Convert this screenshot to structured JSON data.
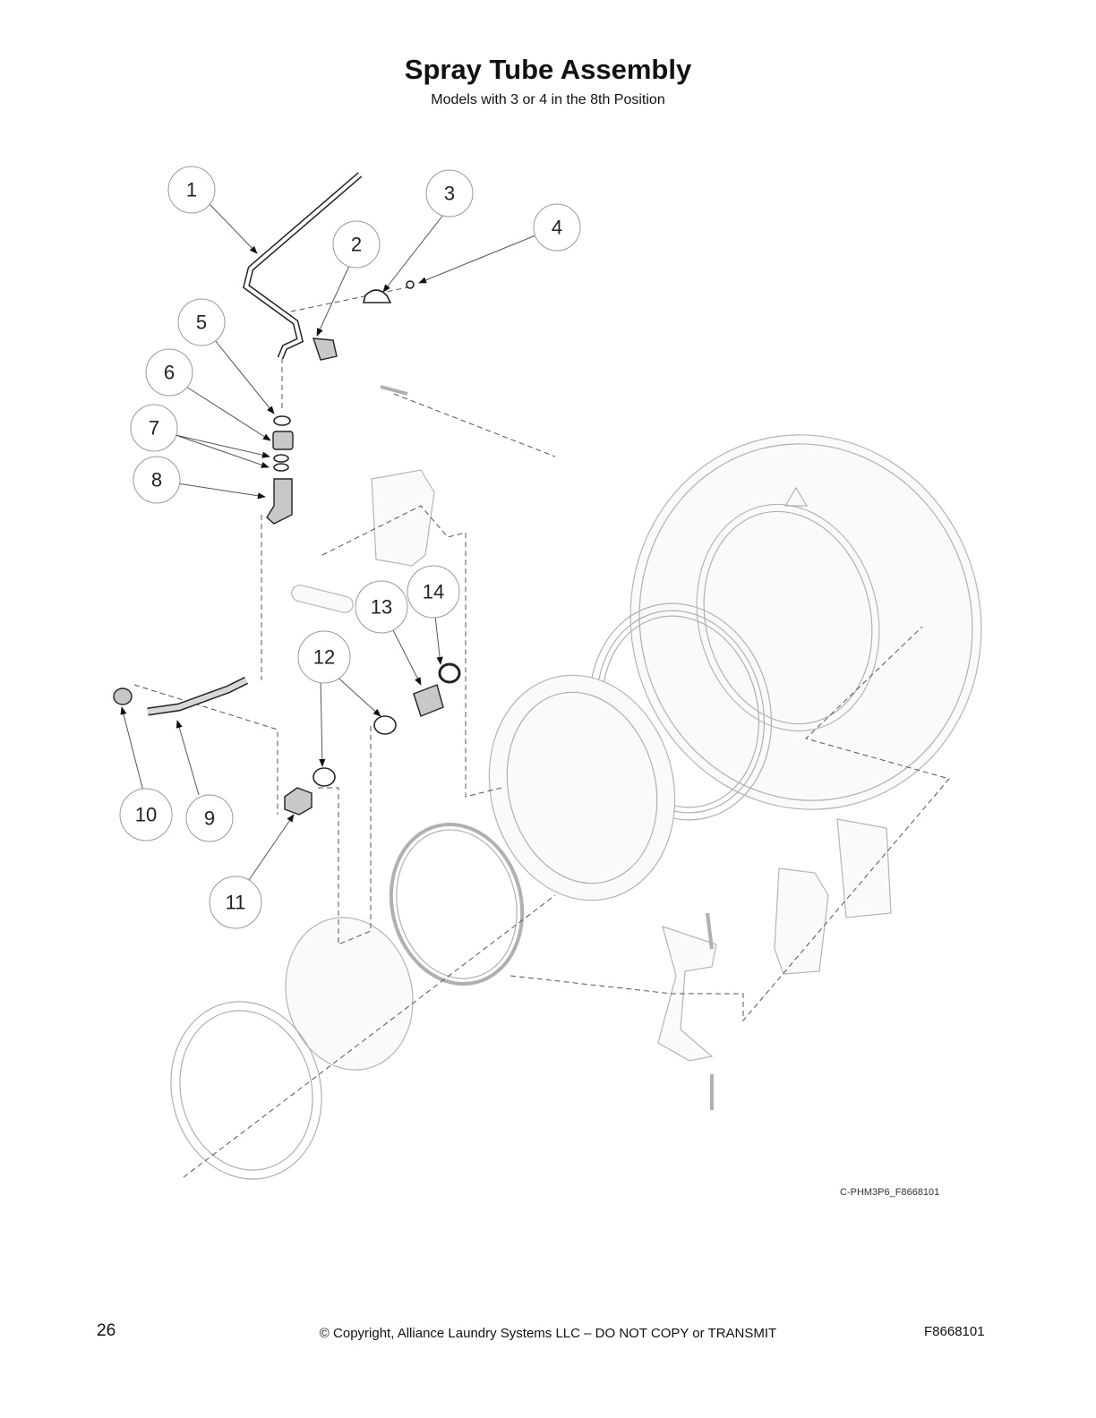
{
  "title": "Spray Tube Assembly",
  "subtitle": "Models with 3 or 4 in the 8th Position",
  "drawing_ref": "C-PHM3P6_F8668101",
  "footer": {
    "page_number": "26",
    "copyright": "© Copyright, Alliance Laundry Systems LLC – DO NOT COPY or TRANSMIT",
    "doc_number": "F8668101"
  },
  "callouts": [
    "1",
    "2",
    "3",
    "4",
    "5",
    "6",
    "7",
    "8",
    "9",
    "10",
    "11",
    "12",
    "13",
    "14"
  ]
}
